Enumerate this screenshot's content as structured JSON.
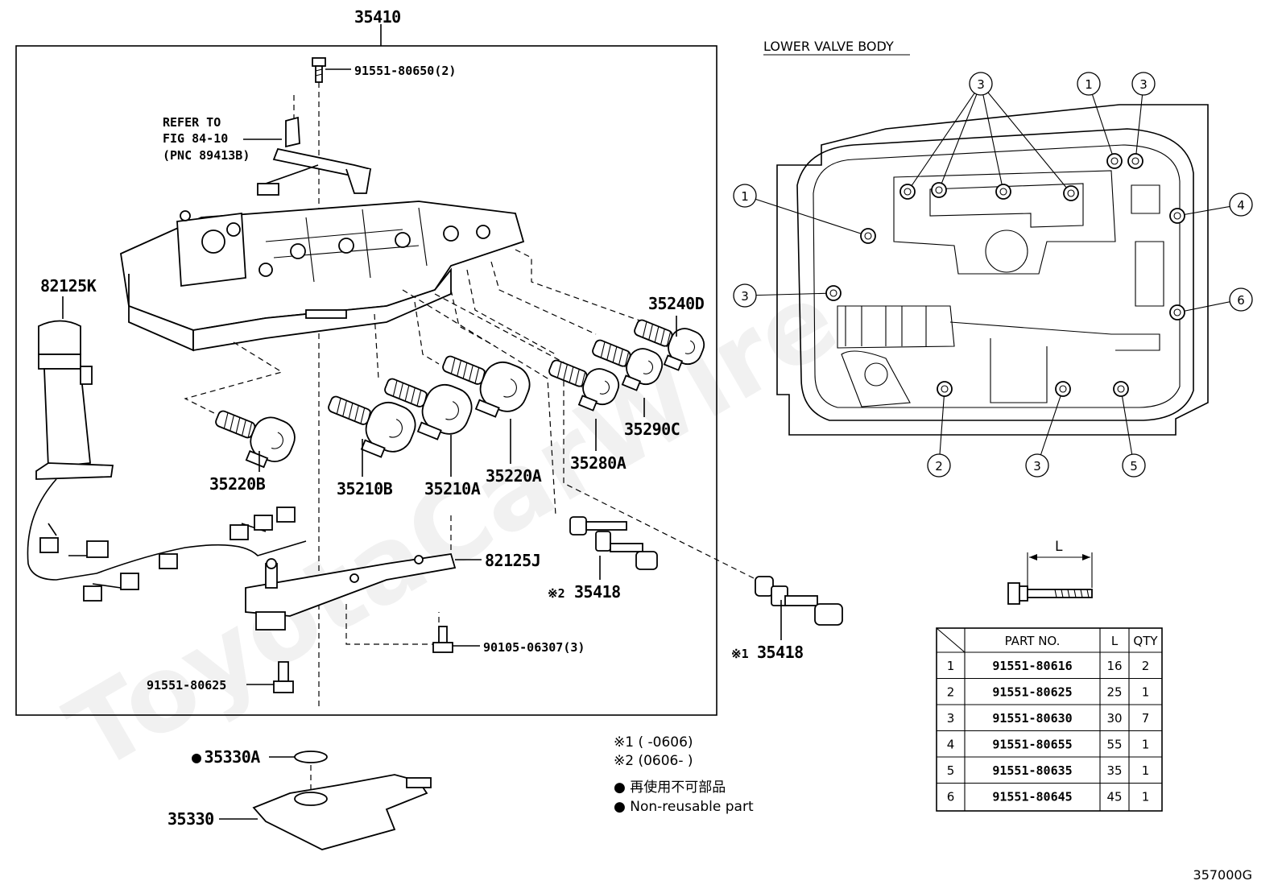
{
  "group_number": "35410",
  "refer": {
    "line1": "REFER TO",
    "line2": "FIG 84-10",
    "line3": "(PNC 89413B)"
  },
  "parts": {
    "bolt_top": "91551-80650(2)",
    "harness": "82125K",
    "solenoid_240d": "35240D",
    "solenoid_290c": "35290C",
    "solenoid_280a": "35280A",
    "solenoid_220b": "35220B",
    "solenoid_210b": "35210B",
    "solenoid_210a": "35210A",
    "solenoid_220a": "35220A",
    "bracket": "82125J",
    "screen_2": "35418",
    "screen_1": "35418",
    "bolt_bracket": "90105-06307(3)",
    "bolt_bottom": "91551-80625",
    "oring": "35330A",
    "strainer": "35330"
  },
  "marks": {
    "m1": "※1",
    "m2": "※2",
    "dot": "●"
  },
  "lower_valve_body": {
    "title": "LOWER VALVE BODY",
    "callouts": [
      "3",
      "1",
      "3",
      "1",
      "4",
      "3",
      "6",
      "2",
      "3",
      "5"
    ]
  },
  "bolt_dim": "L",
  "table": {
    "headers": [
      "PART NO.",
      "L",
      "QTY"
    ],
    "rows": [
      {
        "no": "1",
        "part": "91551-80616",
        "l": "16",
        "qty": "2"
      },
      {
        "no": "2",
        "part": "91551-80625",
        "l": "25",
        "qty": "1"
      },
      {
        "no": "3",
        "part": "91551-80630",
        "l": "30",
        "qty": "7"
      },
      {
        "no": "4",
        "part": "91551-80655",
        "l": "55",
        "qty": "1"
      },
      {
        "no": "5",
        "part": "91551-80635",
        "l": "35",
        "qty": "1"
      },
      {
        "no": "6",
        "part": "91551-80645",
        "l": "45",
        "qty": "1"
      }
    ]
  },
  "notes": {
    "note1": "※1 (      -0606)",
    "note2": "※2 (0606-      )",
    "legend_jp": "● 再使用不可部品",
    "legend_en": "● Non-reusable part"
  },
  "figure_code": "357000G",
  "watermark": "ToyotaCarWire"
}
